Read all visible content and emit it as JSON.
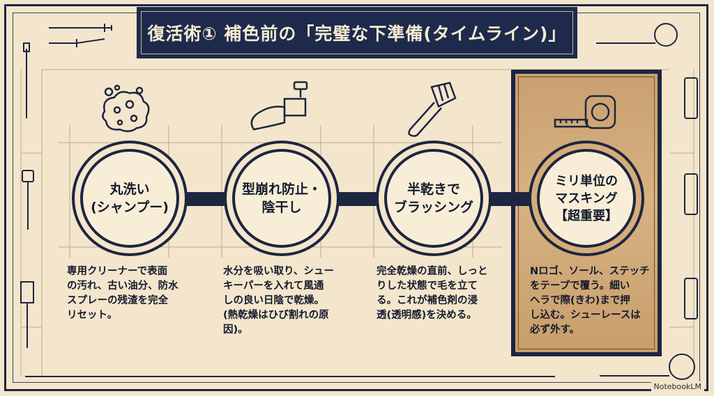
{
  "title": "復活術① 補色前の「完璧な下準備(タイムライン)」",
  "steps": [
    {
      "label": "丸洗い\n(シャンプー)",
      "desc": "専用クリーナーで表面\nの汚れ、古い油分、防水\nスプレーの残渣を完全\nリセット。",
      "icon": "sponge-icon"
    },
    {
      "label": "型崩れ防止・\n陰干し",
      "desc": "水分を吸い取り、シュー\nキーパーを入れて風通\nしの良い日陰で乾燥。\n(熱乾燥はひび割れの原\n因)。",
      "icon": "shoe-tree-icon"
    },
    {
      "label": "半乾きで\nブラッシング",
      "desc": "完全乾燥の直前、しっと\nりした状態で毛を立て\nる。これが補色剤の浸\n透(透明感)を決める。",
      "icon": "brush-icon"
    },
    {
      "label": "ミリ単位の\nマスキング\n【超重要】",
      "desc": "Nロゴ、ソール、ステッチ\nをテープで覆う。細い\nヘラで際(きわ)まで押\nし込む。シューレースは\n必ず外す。",
      "icon": "tape-measure-icon"
    }
  ],
  "badge": "NotebookLM",
  "colors": {
    "navy": "#1d2540",
    "paper": "#f3e6cc",
    "highlight": "#caa070"
  }
}
